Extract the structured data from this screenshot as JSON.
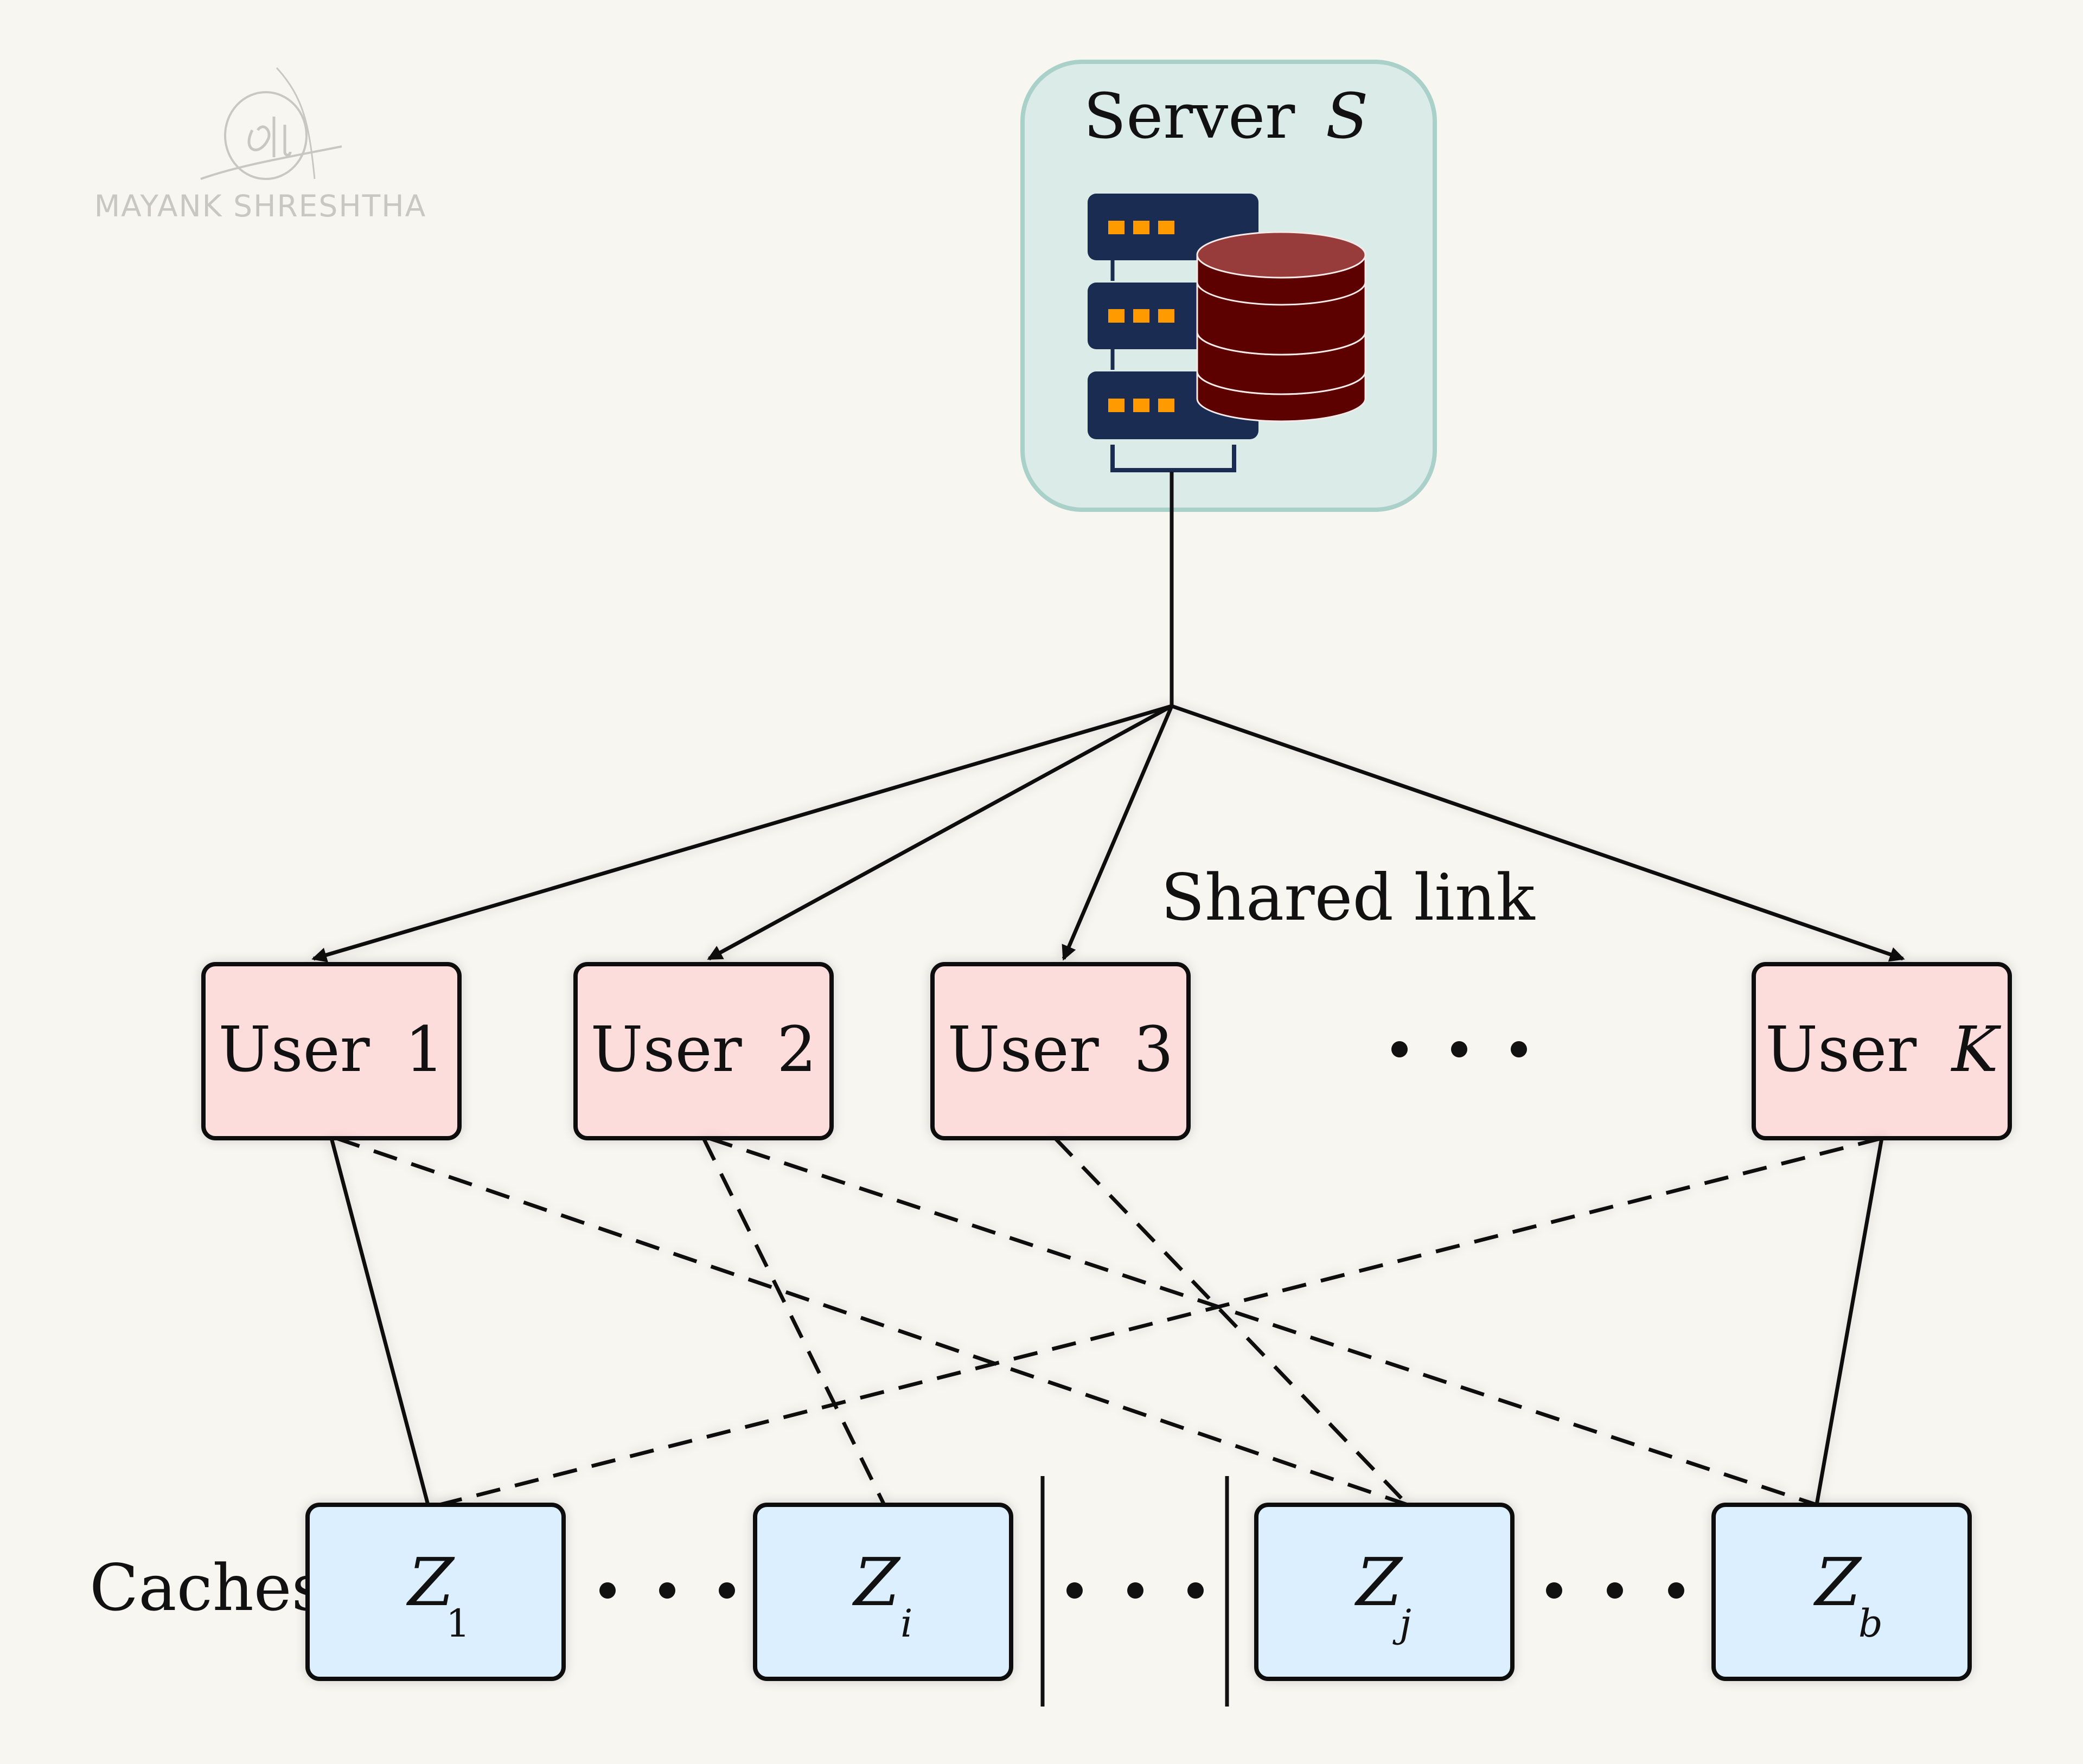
{
  "watermark": {
    "text": "MAYANK SHRESHTHA"
  },
  "server": {
    "label": "Server",
    "symbol": "S",
    "icon_name": "server-database-icon",
    "colors": {
      "panel": "#dbebe7",
      "panel_border": "#a9d1c9",
      "rack": "#1b2c52",
      "led": "#ff9a00",
      "database": "#5c0000"
    }
  },
  "shared_link": {
    "label": "Shared link"
  },
  "users": [
    {
      "label": "User",
      "number": "1",
      "italic": false
    },
    {
      "label": "User",
      "number": "2",
      "italic": false
    },
    {
      "label": "User",
      "number": "3",
      "italic": false
    },
    {
      "label": "User",
      "number": "K",
      "italic": true
    }
  ],
  "caches": {
    "label": "Caches",
    "items": [
      {
        "symbol": "Z",
        "sub": "1",
        "sub_italic": false
      },
      {
        "symbol": "Z",
        "sub": "i",
        "sub_italic": true
      },
      {
        "symbol": "Z",
        "sub": "j",
        "sub_italic": true
      },
      {
        "symbol": "Z",
        "sub": "b",
        "sub_italic": true
      }
    ]
  },
  "colors": {
    "background": "#f8f6f1",
    "user_box": "#fddcdc",
    "cache_box": "#dcefff",
    "line": "#111111"
  }
}
